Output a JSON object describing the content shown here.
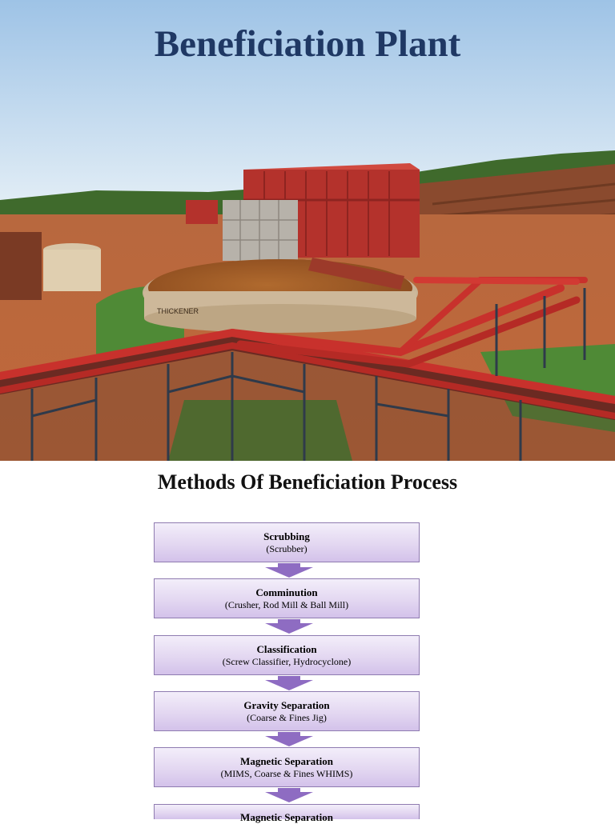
{
  "slide": {
    "title": "Beneficiation Plant",
    "photo_caption_visible": "THICKENER"
  },
  "section": {
    "title": "Methods Of Beneficiation Process"
  },
  "steps": [
    {
      "name": "Scrubbing",
      "detail": "(Scrubber)"
    },
    {
      "name": "Comminution",
      "detail": "(Crusher, Rod Mill & Ball Mill)"
    },
    {
      "name": "Classification",
      "detail": "(Screw Classifier, Hydrocyclone)"
    },
    {
      "name": "Gravity Separation",
      "detail": "(Coarse & Fines Jig)"
    },
    {
      "name": "Magnetic Separation",
      "detail": "(MIMS, Coarse & Fines WHIMS)"
    },
    {
      "name": "Magnetic Separation",
      "detail": ""
    }
  ],
  "colors": {
    "title": "#1f3864",
    "step_fill": "#e3d7f1",
    "step_border": "#8f7bb0",
    "arrow": "#8e6cc2",
    "pipes": "#c8312c",
    "soil": "#b5532c",
    "sky": "#cfe3f5"
  }
}
